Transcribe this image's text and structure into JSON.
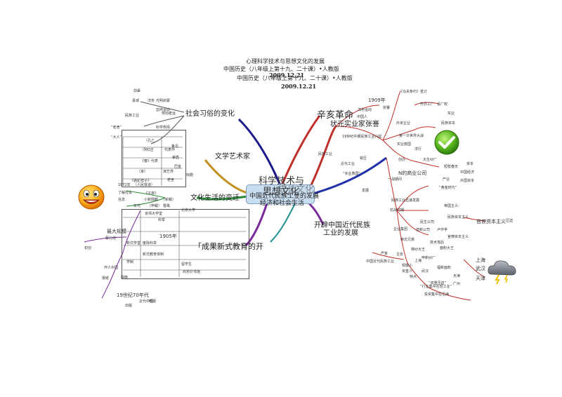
{
  "header": {
    "title1": "心理科学技术与思想文化的发展",
    "title2": "中国历史（八年级上第十九、二十课）•人教版",
    "date": "2009.12.21"
  },
  "center": {
    "main": "科学技术与",
    "main2": "思想文化",
    "sub": "中国近代民族工业的发展",
    "sub2": "经济和社会生活",
    "overlay": "成长文化"
  },
  "branches": {
    "top_right": "辛亥革命",
    "right_upper": "状元实业家张謇",
    "right_lower": "开辟中国近代民族",
    "right_lower2": "工业的发展",
    "left_upper": "社会习俗的变化",
    "left_mid": "文学艺术家",
    "left_lower": "文化生活的变迁",
    "bottom": "「成果新式教育的开"
  },
  "left_labels": [
    "前辈",
    "县城",
    "洋务",
    "光明启蒙",
    "劳动者运",
    "民族工业",
    "剪辫运动",
    "科学热情",
    "（孔乙",
    "（阿Q正",
    "《春》代表",
    "鲁迅",
    "（家）",
    "《子夜》",
    "《骆驼祥子》",
    "演艺界",
    "茅盾",
    "巴金",
    "老舍",
    "曹禺",
    "代表作",
    "戏剧",
    "“老舍”",
    "“大人”",
    "（人民铁道）",
    "了解社会",
    "信息",
    "小新聞報",
    "（新報）",
    "（申報）",
    "年代",
    "1872年"
  ],
  "left_lower_labels": [
    "最大规模",
    "蔡元培",
    "初创",
    "作人中国",
    "网络",
    "1905年",
    "新式教育体制",
    "科举",
    "京师大学堂",
    "北京大学",
    "废除科举",
    "新式学堂",
    "学制",
    "留学生",
    "19世纪70年代",
    "近代中国",
    "商务印书馆",
    "出版",
    "报纸",
    "电报"
  ],
  "right_labels": [
    "1909年",
    "《马关条约》签订",
    "开办工厂",
    "设厂权",
    "实业救国",
    "大生纱厂",
    "创办",
    "实业",
    "中国人",
    "张謇",
    "19世纪中期民族工业兴起",
    "洋务运动",
    "外资企业",
    "民族资本",
    "第一次世界大战",
    "短暂春天",
    "“实业救国”",
    "民族工业",
    "发展",
    "受压",
    "洋行",
    "上海",
    "武汉",
    "天津",
    "N的商业公司",
    "一战期间",
    "民族工业迅速发展",
    "“黄金时代”",
    "帝国主义",
    "官僚资本主义",
    "压迫",
    "抗战时期",
    "民生公司",
    "卢作孚",
    "荣氏兄弟",
    "面粉大王",
    "棉纱大王",
    "茂新公司",
    "申新纱厂",
    "福新面粉",
    "严复",
    "主张",
    "上海",
    "武汉",
    "天津",
    "广州",
    "特点",
    "“行业集中在轻工业”",
    "投资集中在沿海",
    "中国近代民族工业",
    "规模小",
    "资金少",
    "技术落后",
    "“双重压迫”",
    "民族资本主义",
    "官僚资本主义",
    "近代工业",
    "企业集团",
    "外国资本",
    "中国经济",
    "产业",
    "资本"
  ]
}
